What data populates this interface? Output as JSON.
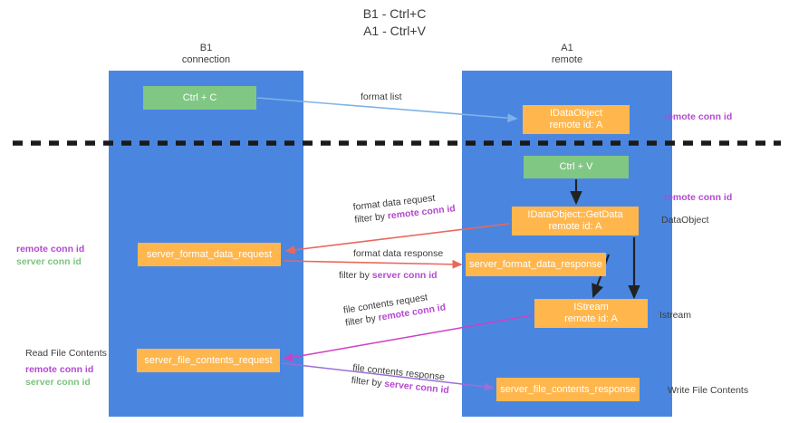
{
  "title": {
    "line1": "B1 - Ctrl+C",
    "line2": "A1 - Ctrl+V"
  },
  "lanes": [
    {
      "id": "b1",
      "name": "B1",
      "role": "connection"
    },
    {
      "id": "a1",
      "name": "A1",
      "role": "remote"
    }
  ],
  "nodes": {
    "ctrl_c": {
      "line1": "Ctrl + C",
      "line2": "",
      "color": "#81c784"
    },
    "data_object": {
      "line1": "IDataObject",
      "line2": "remote id: A",
      "color": "#ffb74d"
    },
    "ctrl_v": {
      "line1": "Ctrl + V",
      "line2": "",
      "color": "#81c784"
    },
    "get_data": {
      "line1": "IDataObject::GetData",
      "line2": "remote id: A",
      "color": "#ffb74d"
    },
    "sfd_request": {
      "line1": "server_format_data_request",
      "line2": "",
      "color": "#ffb74d"
    },
    "sfd_response": {
      "line1": "server_format_data_response",
      "line2": "",
      "color": "#ffb74d"
    },
    "istream": {
      "line1": "IStream",
      "line2": "remote id: A",
      "color": "#ffb74d"
    },
    "sfc_request": {
      "line1": "server_file_contents_request",
      "line2": "",
      "color": "#ffb74d"
    },
    "sfc_response": {
      "line1": "server_file_contents_response",
      "line2": "",
      "color": "#ffb74d"
    }
  },
  "edge_labels": {
    "format_list": "format list",
    "format_data_request": "format data request",
    "format_data_req_filter_prefix": "filter by ",
    "format_data_req_filter_key": "remote conn id",
    "format_data_response": "format data response",
    "format_data_resp_filter_prefix": "filter by ",
    "format_data_resp_filter_key": "server conn id",
    "file_contents_request": "file contents request",
    "file_contents_req_filter_prefix": "filter by ",
    "file_contents_req_filter_key": "remote conn id",
    "file_contents_response": "file contents response",
    "file_contents_resp_filter_prefix": "filter by ",
    "file_contents_resp_filter_key": "server conn id"
  },
  "side_labels": {
    "remote_conn_id_top": "remote conn id",
    "remote_conn_id_mid": "remote conn id",
    "data_object": "DataObject",
    "istream": "Istream",
    "write_file_contents": "Write File Contents",
    "read_file_contents": "Read File Contents",
    "left_remote_conn_id_1": "remote conn id",
    "left_server_conn_id_1": "server conn id",
    "left_remote_conn_id_2": "remote conn id",
    "left_server_conn_id_2": "server conn id"
  },
  "colors": {
    "lane": "#4a86e0",
    "green_node": "#81c784",
    "orange_node": "#ffb74d",
    "purple_text": "#b44ad0",
    "green_text": "#7cc47f",
    "arrow_blue": "#7fb3e8",
    "arrow_red": "#e8685c",
    "arrow_magenta": "#cf3fc4",
    "arrow_violet": "#9a6fd8",
    "arrow_black": "#222222",
    "dashed": "#1a1a1a",
    "background": "#ffffff"
  }
}
